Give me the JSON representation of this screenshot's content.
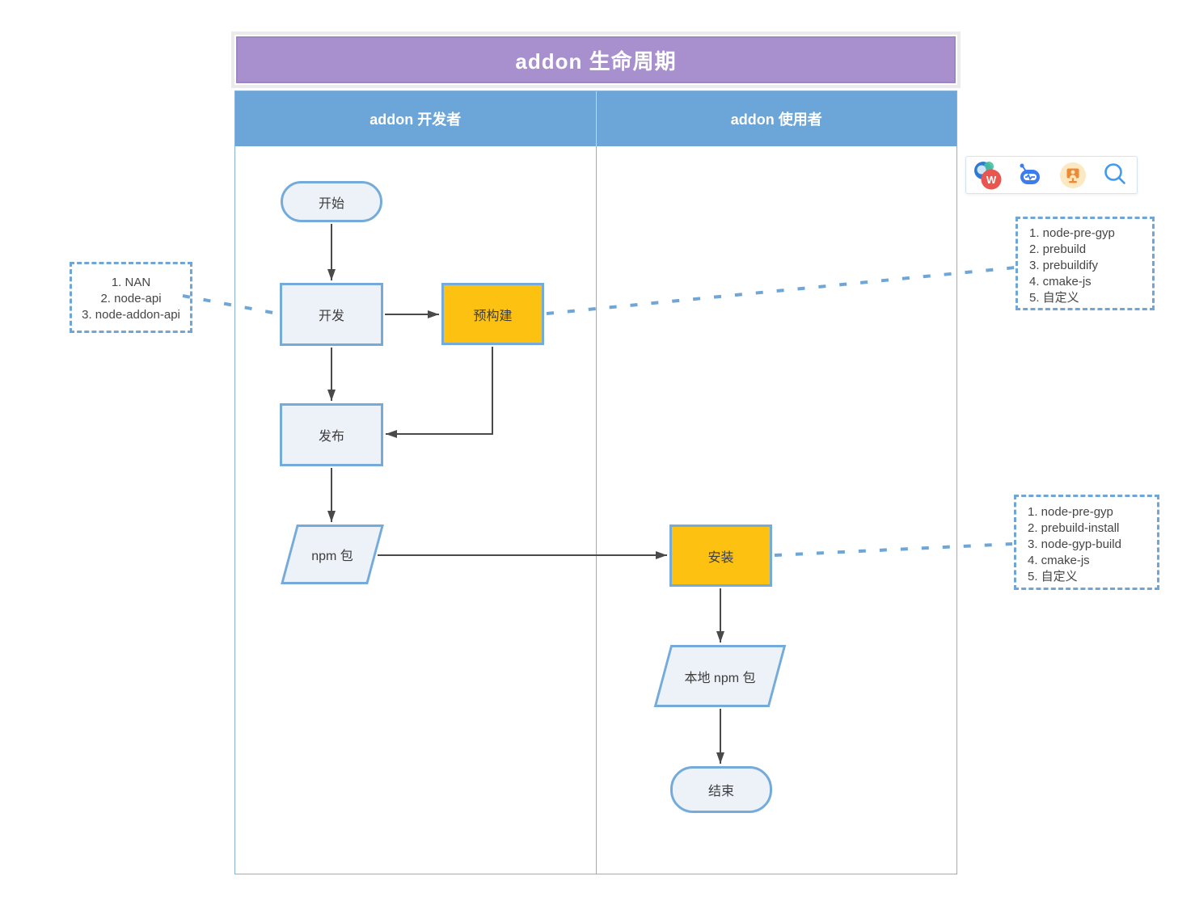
{
  "title": "addon 生命周期",
  "lanes": [
    {
      "label": "addon 开发者"
    },
    {
      "label": "addon 使用者"
    }
  ],
  "nodes": {
    "start": "开始",
    "develop": "开发",
    "prebuild": "预构建",
    "publish": "发布",
    "npm_package": "npm 包",
    "install": "安装",
    "local_npm_package": "本地 npm 包",
    "end": "结束"
  },
  "annotations": {
    "develop_tools": {
      "lines": [
        "1. NAN",
        "2. node-api",
        "3. node-addon-api"
      ]
    },
    "prebuild_tools": {
      "lines": [
        "1. node-pre-gyp",
        "2. prebuild",
        "3. prebuildify",
        "4. cmake-js",
        "5. 自定义"
      ]
    },
    "install_tools": {
      "lines": [
        "1. node-pre-gyp",
        "2. prebuild-install",
        "3. node-gyp-build",
        "4. cmake-js",
        "5. 自定义"
      ]
    }
  },
  "toolbar": {
    "icons": [
      {
        "name": "word-app-icon",
        "badge": "W"
      },
      {
        "name": "robot-assistant-icon"
      },
      {
        "name": "screen-share-icon"
      },
      {
        "name": "search-icon"
      }
    ]
  },
  "colors": {
    "banner_fill": "#a88fce",
    "banner_border": "#9c86c4",
    "lane_header": "#6ca5d7",
    "lane_border": "#85b2da",
    "node_border": "#74abdb",
    "node_fill": "#edf2f8",
    "highlight_fill": "#fdc211",
    "arrow": "#4a4a4a",
    "callout": "#6fa6d6",
    "text": "#3d3d3d"
  }
}
